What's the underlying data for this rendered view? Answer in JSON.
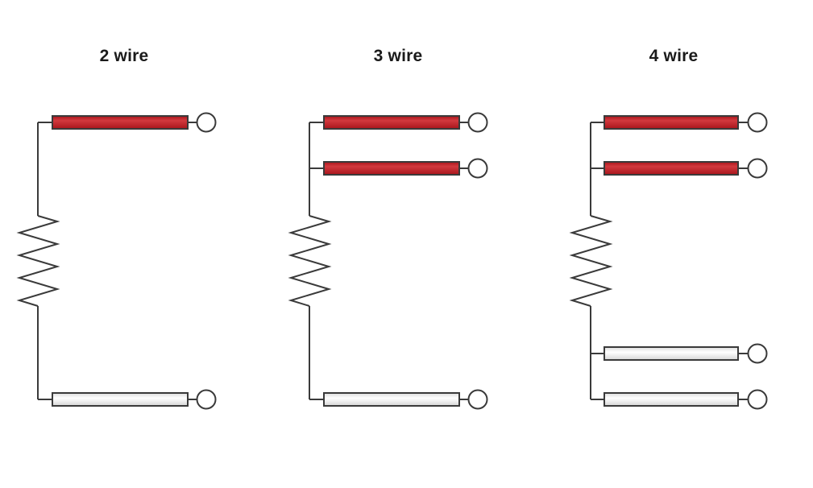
{
  "diagrams": [
    {
      "title": "2 wire",
      "leads": [
        "red",
        "white"
      ]
    },
    {
      "title": "3 wire",
      "leads": [
        "red",
        "red",
        "white"
      ]
    },
    {
      "title": "4 wire",
      "leads": [
        "red",
        "red",
        "white",
        "white"
      ]
    }
  ],
  "colors": {
    "wire_stroke": "#3a3a3a",
    "red_lead": "#c1272d",
    "red_lead_highlight": "#e0585c",
    "white_lead": "#f2f2f2",
    "terminal_fill": "#ffffff"
  },
  "icons": {
    "resistor": "resistor-zigzag-icon",
    "terminal": "terminal-circle-icon"
  }
}
